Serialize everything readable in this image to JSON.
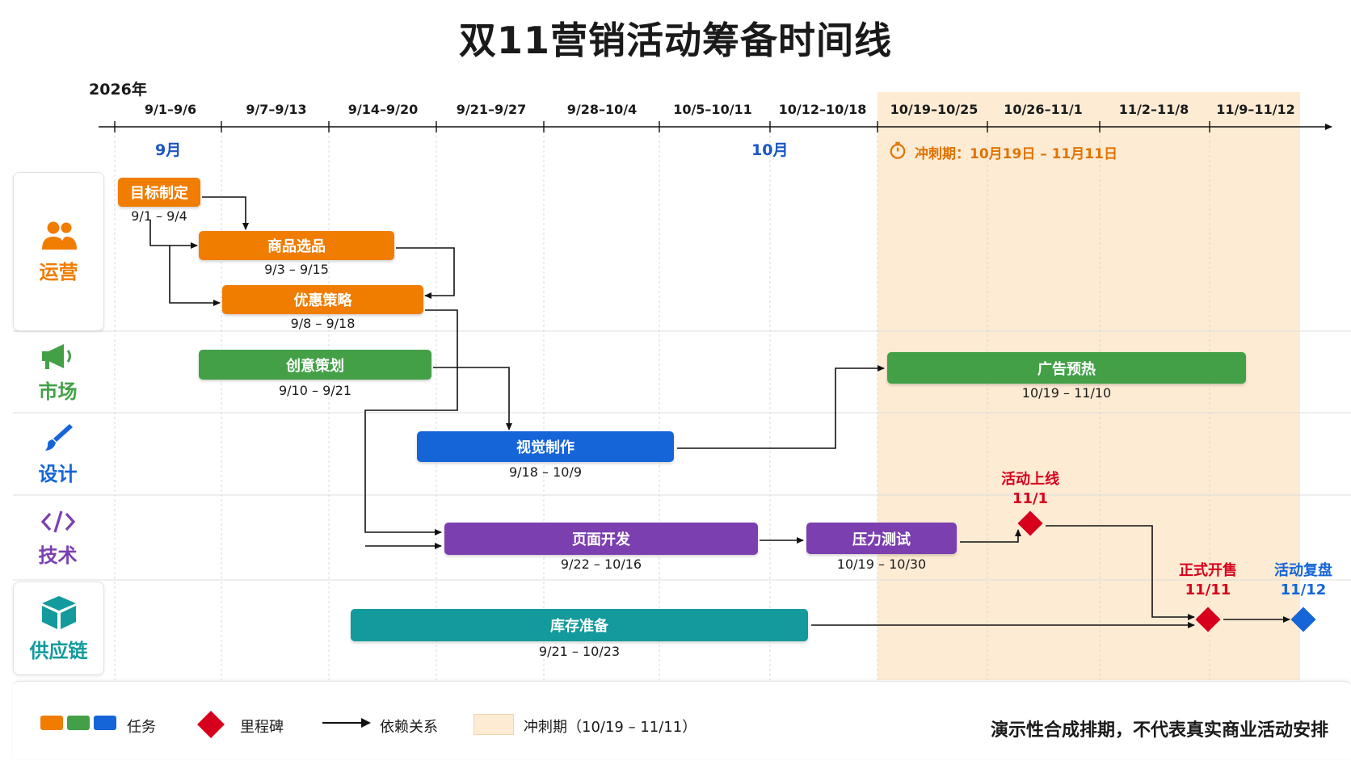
{
  "title": "双11营销活动筹备时间线",
  "year_label": "2026年",
  "weeks": [
    "9/1–9/6",
    "9/7–9/13",
    "9/14–9/20",
    "9/21–9/27",
    "9/28–10/4",
    "10/5–10/11",
    "10/12–10/18",
    "10/19–10/25",
    "10/26–11/1",
    "11/2–11/8",
    "11/9–11/12"
  ],
  "months": [
    "9月",
    "10月"
  ],
  "sprint": {
    "label": "冲刺期：10月19日 – 11月11日",
    "color": "#fdebd3"
  },
  "colors": {
    "ops": "#f07c00",
    "market": "#43a047",
    "design": "#1565d8",
    "tech": "#7b3fb0",
    "supply": "#129a9c",
    "milestone_red": "#d6001c",
    "milestone_blue": "#1565d8"
  },
  "lanes": [
    {
      "id": "ops",
      "name": "运营",
      "icon": "users-icon",
      "color": "#f07c00"
    },
    {
      "id": "market",
      "name": "市场",
      "icon": "megaphone-icon",
      "color": "#43a047"
    },
    {
      "id": "design",
      "name": "设计",
      "icon": "brush-icon",
      "color": "#1565d8"
    },
    {
      "id": "tech",
      "name": "技术",
      "icon": "code-icon",
      "color": "#7b3fb0"
    },
    {
      "id": "supply",
      "name": "供应链",
      "icon": "box-icon",
      "color": "#129a9c"
    }
  ],
  "tasks": [
    {
      "id": "t1",
      "lane": "ops",
      "name": "目标制定",
      "start": "9/1",
      "end": "9/4",
      "dates": "9/1 – 9/4"
    },
    {
      "id": "t2",
      "lane": "ops",
      "name": "商品选品",
      "start": "9/3",
      "end": "9/15",
      "dates": "9/3 – 9/15"
    },
    {
      "id": "t3",
      "lane": "ops",
      "name": "优惠策略",
      "start": "9/8",
      "end": "9/18",
      "dates": "9/8 – 9/18"
    },
    {
      "id": "t4",
      "lane": "market",
      "name": "创意策划",
      "start": "9/10",
      "end": "9/21",
      "dates": "9/10 – 9/21"
    },
    {
      "id": "t5",
      "lane": "market",
      "name": "广告预热",
      "start": "10/19",
      "end": "11/10",
      "dates": "10/19 – 11/10"
    },
    {
      "id": "t6",
      "lane": "design",
      "name": "视觉制作",
      "start": "9/18",
      "end": "10/9",
      "dates": "9/18 – 10/9"
    },
    {
      "id": "t7",
      "lane": "tech",
      "name": "页面开发",
      "start": "9/22",
      "end": "10/16",
      "dates": "9/22 – 10/16"
    },
    {
      "id": "t8",
      "lane": "tech",
      "name": "压力测试",
      "start": "10/19",
      "end": "10/30",
      "dates": "10/19 – 10/30"
    },
    {
      "id": "t9",
      "lane": "supply",
      "name": "库存准备",
      "start": "9/21",
      "end": "10/23",
      "dates": "9/21 – 10/23"
    }
  ],
  "milestones": [
    {
      "id": "m1",
      "name": "活动上线",
      "date": "11/1",
      "color": "#d6001c"
    },
    {
      "id": "m2",
      "name": "正式开售",
      "date": "11/11",
      "color": "#d6001c"
    },
    {
      "id": "m3",
      "name": "活动复盘",
      "date": "11/12",
      "color": "#1565d8"
    }
  ],
  "legend": {
    "task": "任务",
    "milestone": "里程碑",
    "dependency": "依赖关系",
    "sprint": "冲刺期（10/19 – 11/11）"
  },
  "note": "演示性合成排期，不代表真实商业活动安排"
}
